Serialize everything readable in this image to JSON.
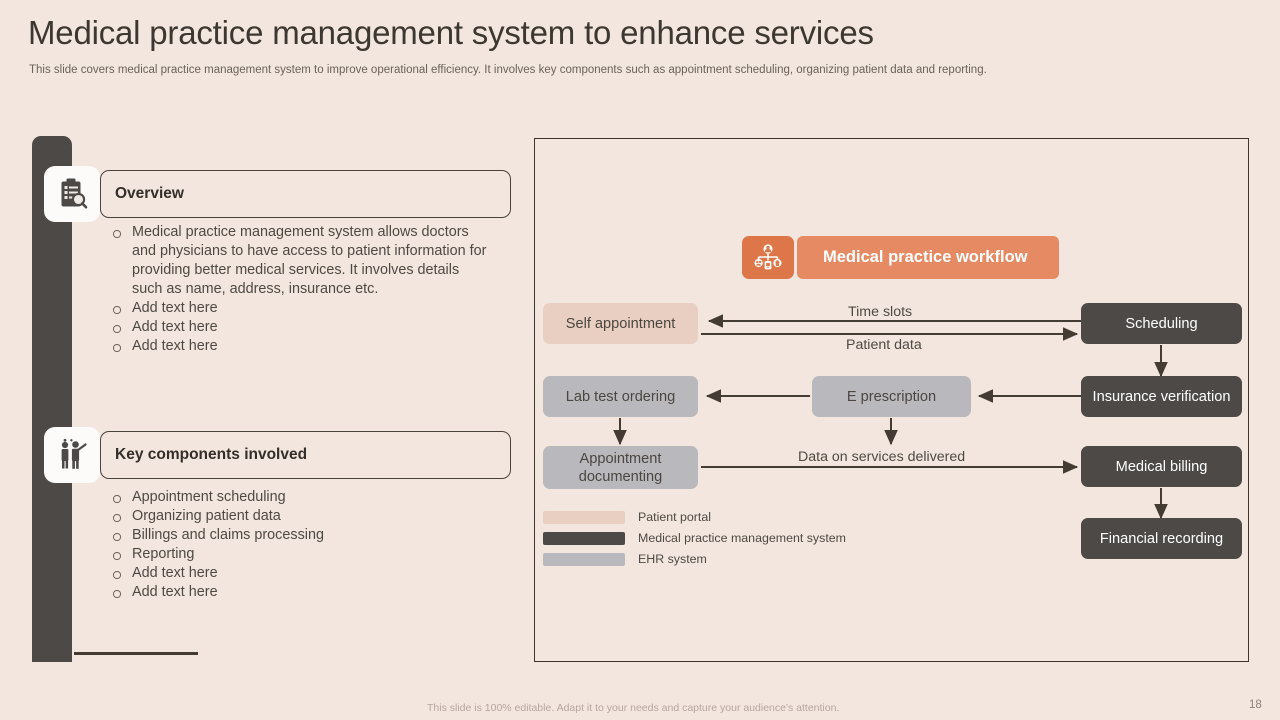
{
  "header": {
    "title": "Medical practice management system to enhance services",
    "subtitle": "This slide covers medical practice management system to improve operational efficiency. It involves key components such as  appointment scheduling, organizing patient data and reporting."
  },
  "left_panel": {
    "sections": [
      {
        "icon": "clipboard-search-icon",
        "heading": "Overview",
        "bullets": [
          "Medical practice management system allows doctors and physicians to have access to patient information for providing better medical services. It involves details such as name, address, insurance etc.",
          "Add text here",
          "Add text here",
          "Add text here"
        ]
      },
      {
        "icon": "two-people-icon",
        "heading": "Key components  involved",
        "bullets": [
          "Appointment scheduling",
          "Organizing patient data",
          "Billings and claims processing",
          "Reporting",
          "Add text here",
          "Add text here"
        ]
      }
    ]
  },
  "diagram": {
    "banner": {
      "icon": "org-hierarchy-icon",
      "title": "Medical practice workflow"
    },
    "nodes": [
      {
        "id": "self-appointment",
        "label": "Self appointment",
        "group": "portal"
      },
      {
        "id": "scheduling",
        "label": "Scheduling",
        "group": "mpms"
      },
      {
        "id": "insurance-verification",
        "label": "Insurance  verification",
        "group": "mpms"
      },
      {
        "id": "e-prescription",
        "label": "E prescription",
        "group": "ehr"
      },
      {
        "id": "lab-test-ordering",
        "label": "Lab test ordering",
        "group": "ehr"
      },
      {
        "id": "appointment-documenting",
        "label": "Appointment documenting",
        "group": "ehr"
      },
      {
        "id": "medical-billing",
        "label": "Medical billing",
        "group": "mpms"
      },
      {
        "id": "financial-recording",
        "label": "Financial recording",
        "group": "mpms"
      }
    ],
    "edge_labels": [
      {
        "id": "time-slots",
        "text": "Time slots"
      },
      {
        "id": "patient-data",
        "text": "Patient data"
      },
      {
        "id": "data-on-services-delivered",
        "text": "Data on services delivered"
      }
    ],
    "legend": [
      {
        "label": "Patient portal",
        "color": "#e8cfc1"
      },
      {
        "label": "Medical practice  management  system",
        "color": "#4c4947"
      },
      {
        "label": "EHR system",
        "color": "#b9b9bd"
      }
    ]
  },
  "footer": {
    "note": "This slide is 100% editable. Adapt it to your needs and capture your audience's attention.",
    "page_number": "18"
  },
  "colors": {
    "background": "#f3e6de",
    "dark": "#4c4947",
    "accent_orange": "#e68a64",
    "accent_orange_dark": "#dd7648",
    "portal": "#e8cfc1",
    "ehr": "#b9b9bd"
  }
}
